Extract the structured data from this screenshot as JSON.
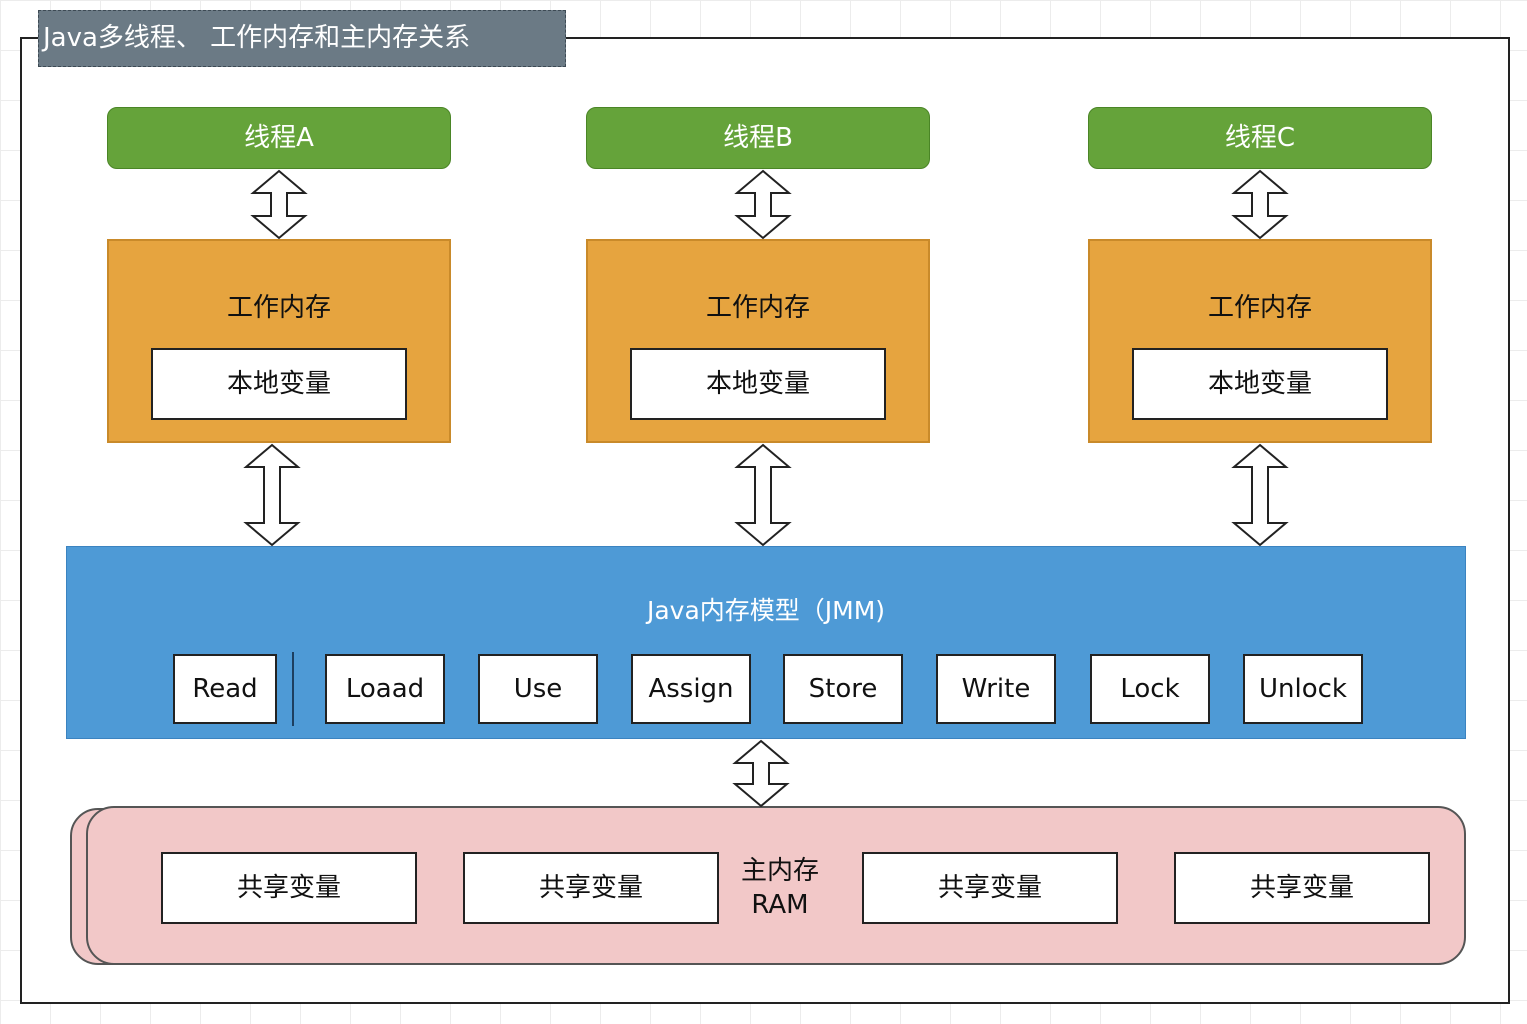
{
  "title": "Java多线程、 工作内存和主内存关系",
  "threads": [
    {
      "name": "线程A",
      "work_memory": "工作内存",
      "local_var": "本地变量"
    },
    {
      "name": "线程B",
      "work_memory": "工作内存",
      "local_var": "本地变量"
    },
    {
      "name": "线程C",
      "work_memory": "工作内存",
      "local_var": "本地变量"
    }
  ],
  "jmm": {
    "title": "Java内存模型（JMM)",
    "operations": [
      "Read",
      "Loaad",
      "Use",
      "Assign",
      "Store",
      "Write",
      "Lock",
      "Unlock"
    ]
  },
  "main_memory": {
    "label_line1": "主内存",
    "label_line2": "RAM",
    "shared_vars": [
      "共享变量",
      "共享变量",
      "共享变量",
      "共享变量"
    ]
  },
  "colors": {
    "thread": "#65a33a",
    "work_memory": "#e6a43f",
    "jmm": "#4e9ad6",
    "main_memory": "#f2c8c8",
    "title_bar": "#6b7a85"
  }
}
